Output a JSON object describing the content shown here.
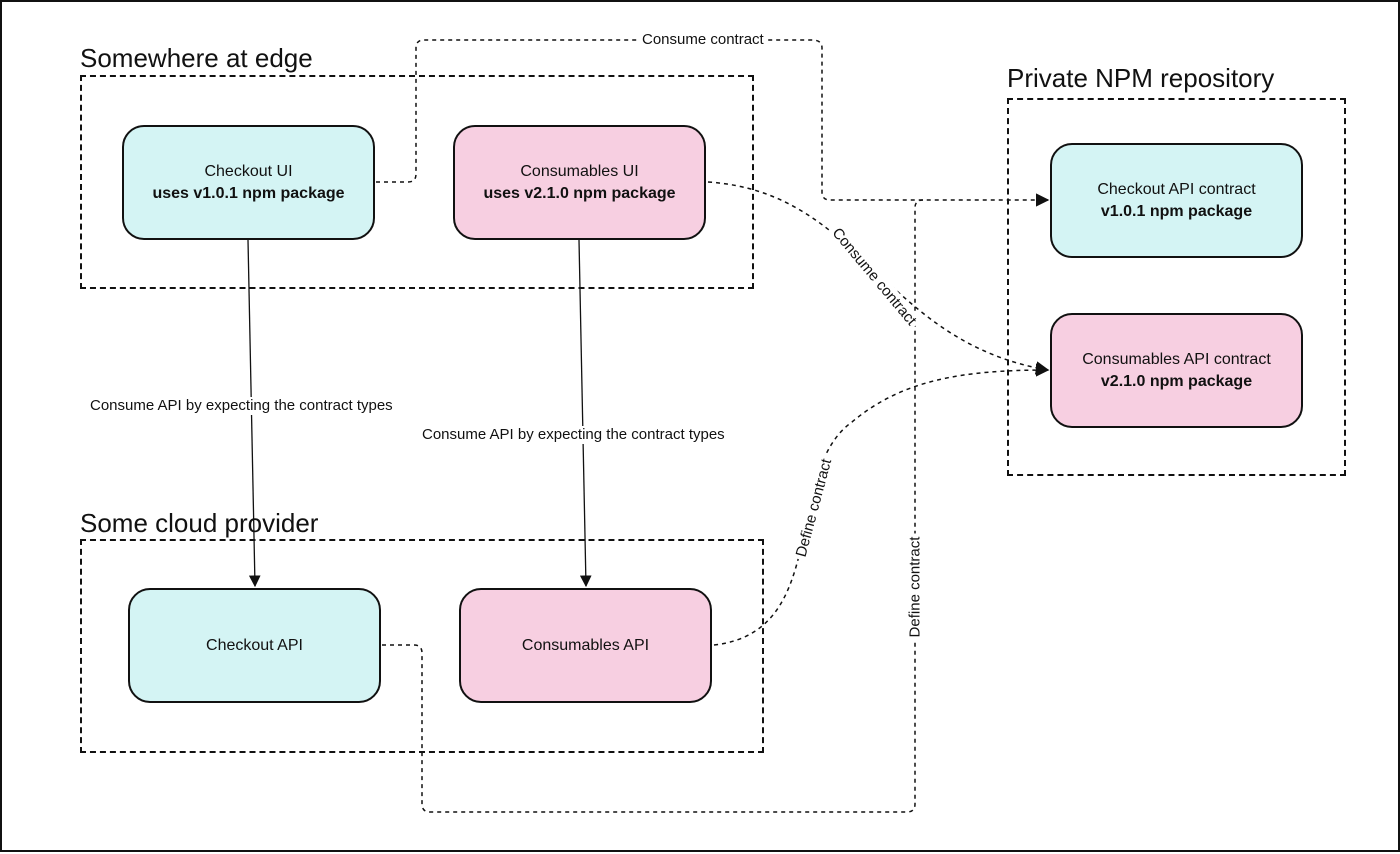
{
  "colors": {
    "cyan": "#d4f4f4",
    "pink": "#f7cfe1",
    "line": "#111111"
  },
  "groups": {
    "edge": "Somewhere at edge",
    "cloud": "Some cloud provider",
    "npm": "Private NPM repository"
  },
  "nodes": {
    "checkout_ui": {
      "title": "Checkout UI",
      "sub": "uses v1.0.1 npm package"
    },
    "consumables_ui": {
      "title": "Consumables UI",
      "sub": "uses v2.1.0 npm package"
    },
    "checkout_api": {
      "title": "Checkout API"
    },
    "consumables_api": {
      "title": "Consumables API"
    },
    "checkout_contract": {
      "title": "Checkout API contract",
      "sub": "v1.0.1 npm package"
    },
    "consumables_contract": {
      "title": "Consumables API contract",
      "sub": "v2.1.0 npm package"
    }
  },
  "edges": {
    "consume_contract_top": "Consume contract",
    "consume_contract_diag": "Consume contract",
    "consume_api_left": "Consume API by expecting the contract types",
    "consume_api_right": "Consume API by expecting the contract types",
    "define_contract_curve": "Define contract",
    "define_contract_vertical": "Define contract"
  }
}
